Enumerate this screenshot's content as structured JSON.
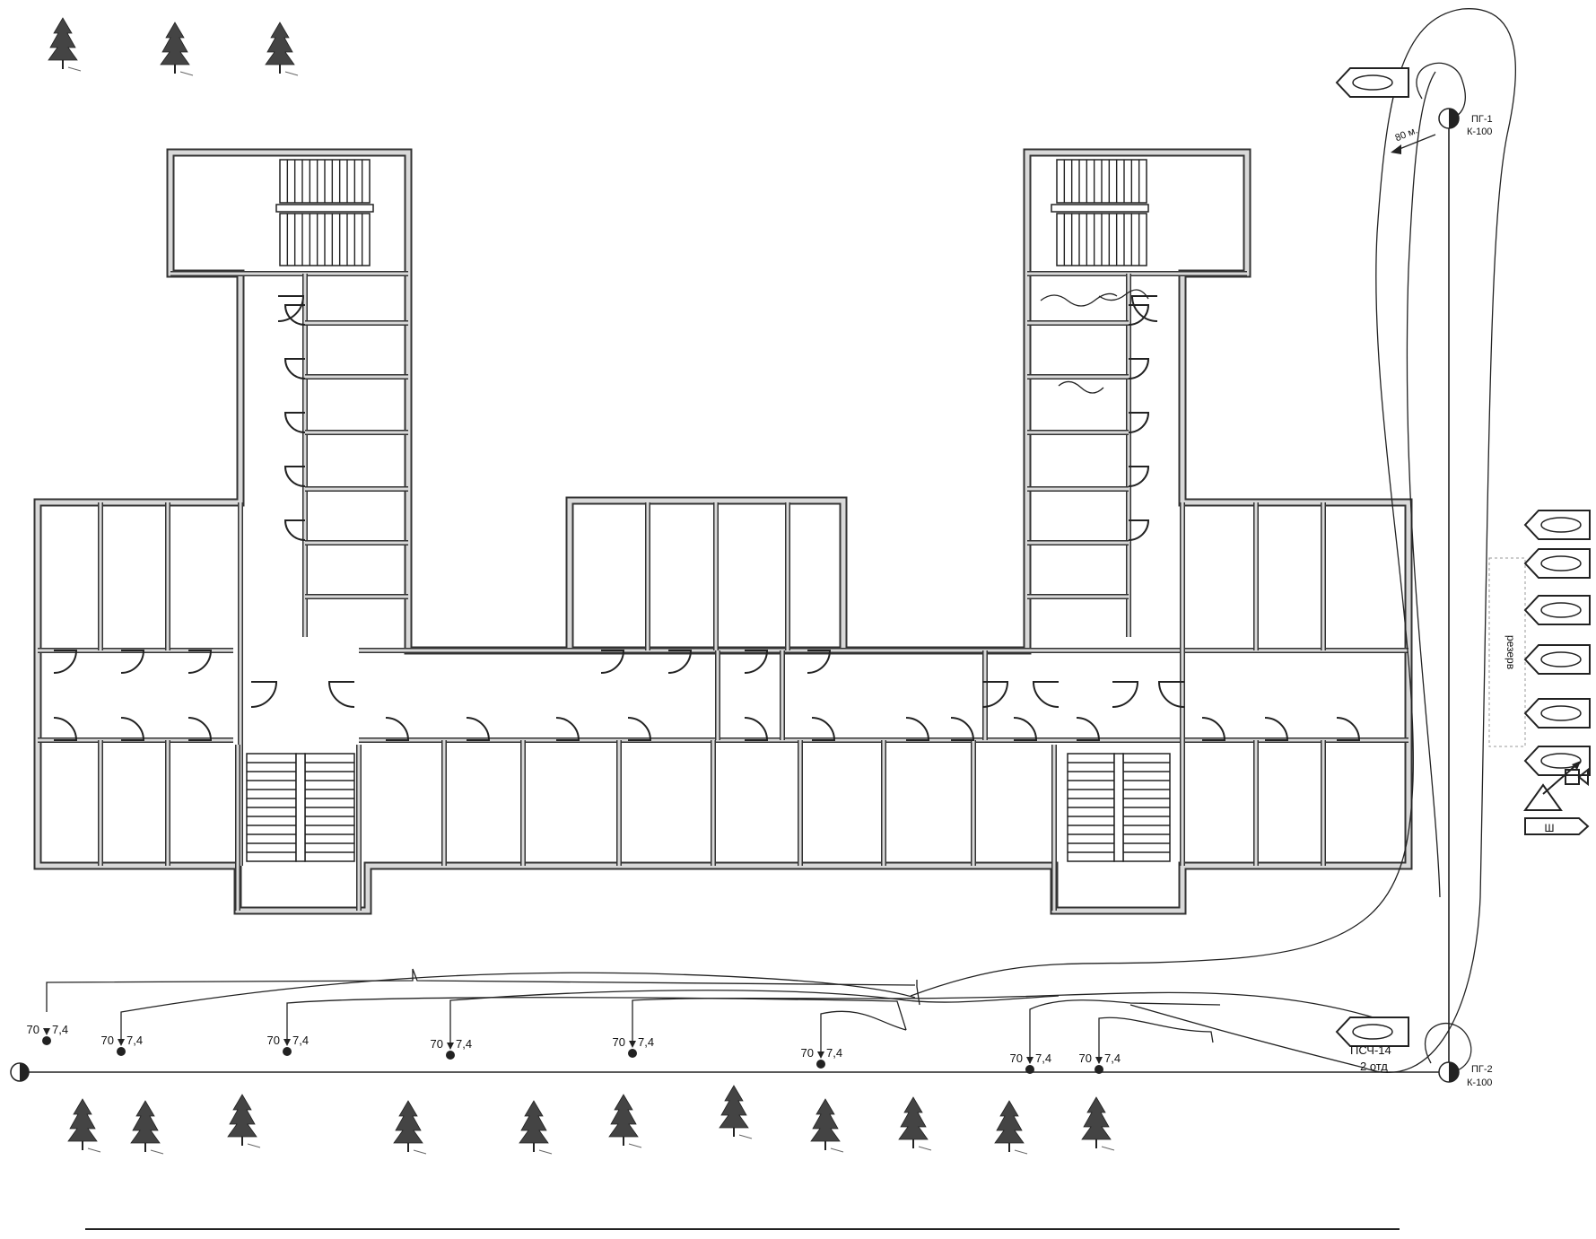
{
  "hydrants": [
    {
      "id": "hydrant-1",
      "label_top": "ПГ-1",
      "label_bottom": "К-100"
    },
    {
      "id": "hydrant-2",
      "label_top": "ПГ-2",
      "label_bottom": "К-100"
    }
  ],
  "distance_label": "80 м.",
  "reserve_label": "резерв",
  "engine_label": {
    "line1": "ПСЧ-14",
    "line2": "2 отд"
  },
  "nozzles": [
    {
      "pressure": "70",
      "flow": "7,4"
    },
    {
      "pressure": "70",
      "flow": "7,4"
    },
    {
      "pressure": "70",
      "flow": "7,4"
    },
    {
      "pressure": "70",
      "flow": "7,4"
    },
    {
      "pressure": "70",
      "flow": "7,4"
    },
    {
      "pressure": "70",
      "flow": "7,4"
    },
    {
      "pressure": "70",
      "flow": "7,4"
    },
    {
      "pressure": "70",
      "flow": "7,4"
    }
  ],
  "legend_icons": [
    "fire-engine-icon",
    "command-post-icon",
    "camera-icon",
    "staff-vehicle-icon"
  ],
  "colors": {
    "ink": "#222222",
    "wall_fill": "#d9d9d9",
    "background": "#ffffff"
  }
}
